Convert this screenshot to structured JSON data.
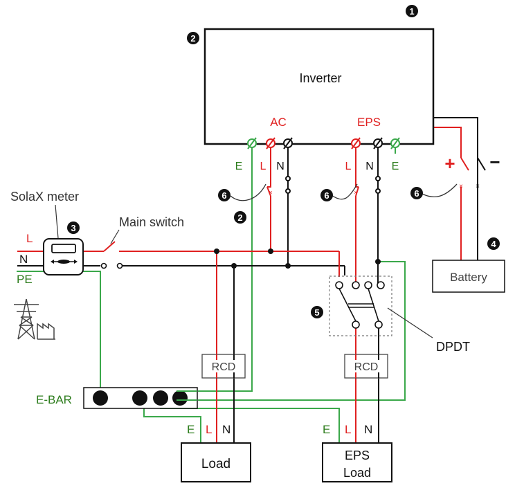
{
  "colors": {
    "line_wire": "#e02020",
    "neutral_wire": "#111111",
    "earth_wire": "#3aa84a",
    "box_border": "#111111",
    "dashed_box": "#777777"
  },
  "inverter": {
    "title": "Inverter",
    "ac_label": "AC",
    "eps_label": "EPS",
    "ac_terminals": [
      "E",
      "L",
      "N"
    ],
    "eps_terminals": [
      "L",
      "N",
      "E"
    ],
    "dc_plus": "+",
    "dc_minus": "−"
  },
  "left": {
    "meter_label": "SolaX meter",
    "main_switch_label": "Main switch",
    "grid_labels": [
      "L",
      "N",
      "PE"
    ],
    "grid_icon": "power-pylon-factory-icon"
  },
  "battery_label": "Battery",
  "ebar_label": "E-BAR",
  "rcd_labels": [
    "RCD",
    "RCD"
  ],
  "load_label": "Load",
  "eps_load_lines": [
    "EPS",
    "Load"
  ],
  "load_wire_labels": [
    "E",
    "L",
    "N"
  ],
  "eps_load_wire_labels": [
    "E",
    "L",
    "N"
  ],
  "dpdt_label": "DPDT",
  "callouts": [
    "1",
    "2",
    "2",
    "3",
    "4",
    "5",
    "6",
    "6",
    "6"
  ]
}
